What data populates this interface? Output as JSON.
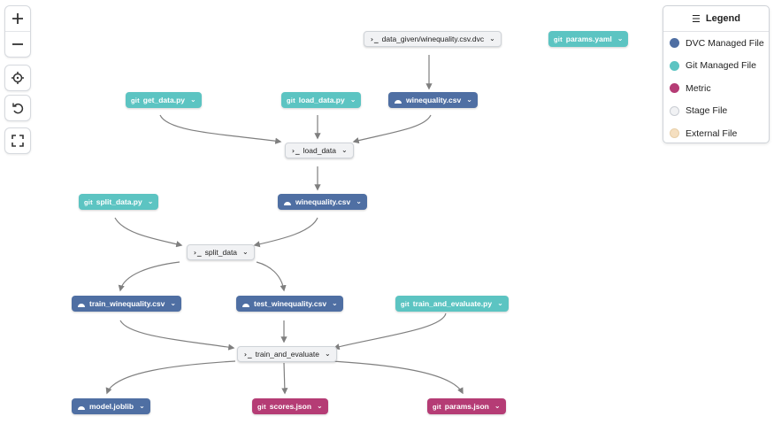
{
  "controls": {
    "zoom_in_icon": "plus-icon",
    "zoom_out_icon": "minus-icon",
    "fit_icon": "crosshair-icon",
    "reset_icon": "undo-icon",
    "fullscreen_icon": "expand-icon"
  },
  "colors": {
    "dvc": "#4f6fa3",
    "git": "#5cc4c2",
    "metric": "#b53c75",
    "stage": "#f1f2f4",
    "external": "#f5dfc0",
    "edge": "#7f7f7f"
  },
  "nodes": {
    "data_dvc": "data_given/winequality.csv.dvc",
    "params_yaml": "params.yaml",
    "get_data": "get_data.py",
    "load_data_py": "load_data.py",
    "winequality_csv_1": "winequality.csv",
    "load_data": "load_data",
    "split_data_py": "split_data.py",
    "winequality_csv_2": "winequality.csv",
    "split_data": "split_data",
    "train_winequality": "train_winequality.csv",
    "test_winequality": "test_winequality.csv",
    "train_and_evaluate_py": "train_and_evaluate.py",
    "train_and_evaluate": "train_and_evaluate",
    "model_joblib": "model.joblib",
    "scores_json": "scores.json",
    "params_json": "params.json"
  },
  "node_icons": {
    "git": "git",
    "stage": "›_"
  },
  "legend": {
    "title": "Legend",
    "items": [
      {
        "label": "DVC Managed File"
      },
      {
        "label": "Git Managed File"
      },
      {
        "label": "Metric"
      },
      {
        "label": "Stage File"
      },
      {
        "label": "External File"
      }
    ]
  }
}
